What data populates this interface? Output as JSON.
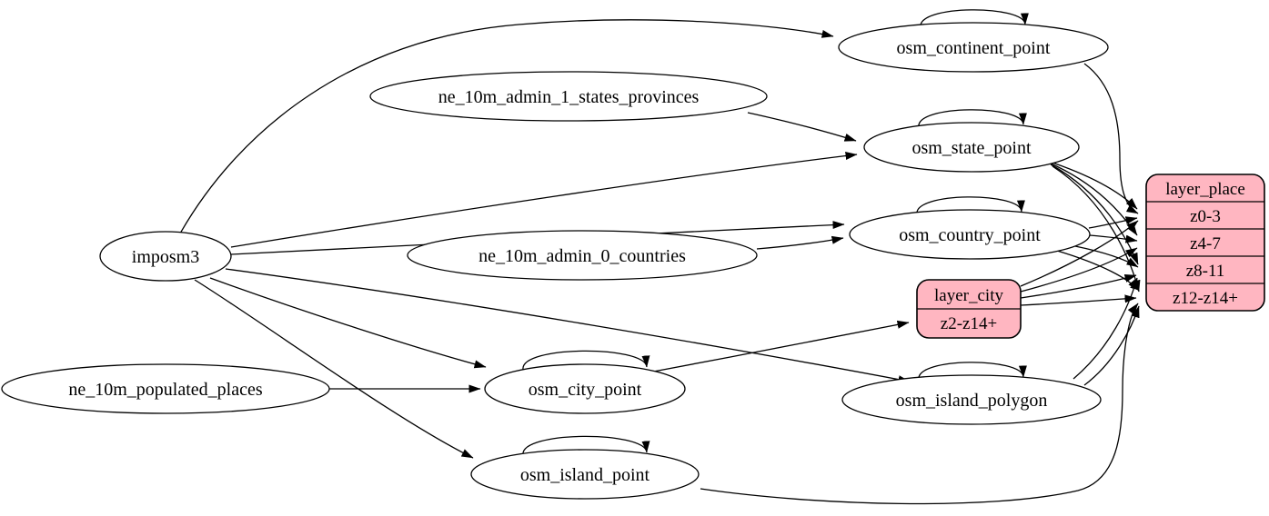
{
  "diagram": {
    "type": "graphviz-etl-flow",
    "background_color": "#ffffff",
    "edge_color": "#000000",
    "table_node_fill": "#ffffff",
    "layer_node_fill": "#ffb6c1",
    "nodes": {
      "imposm3": {
        "label": "imposm3",
        "shape": "ellipse"
      },
      "ne_10m_admin_1_states_provinces": {
        "label": "ne_10m_admin_1_states_provinces",
        "shape": "ellipse"
      },
      "ne_10m_admin_0_countries": {
        "label": "ne_10m_admin_0_countries",
        "shape": "ellipse"
      },
      "ne_10m_populated_places": {
        "label": "ne_10m_populated_places",
        "shape": "ellipse"
      },
      "osm_continent_point": {
        "label": "osm_continent_point",
        "shape": "ellipse"
      },
      "osm_state_point": {
        "label": "osm_state_point",
        "shape": "ellipse"
      },
      "osm_country_point": {
        "label": "osm_country_point",
        "shape": "ellipse"
      },
      "osm_city_point": {
        "label": "osm_city_point",
        "shape": "ellipse"
      },
      "osm_island_polygon": {
        "label": "osm_island_polygon",
        "shape": "ellipse"
      },
      "osm_island_point": {
        "label": "osm_island_point",
        "shape": "ellipse"
      },
      "layer_city": {
        "title": "layer_city",
        "rows": [
          "z2-z14+"
        ],
        "shape": "record"
      },
      "layer_place": {
        "title": "layer_place",
        "rows": [
          "z0-3",
          "z4-7",
          "z8-11",
          "z12-z14+"
        ],
        "shape": "record"
      }
    },
    "edges": [
      {
        "from": "imposm3",
        "to": "osm_continent_point"
      },
      {
        "from": "imposm3",
        "to": "osm_state_point"
      },
      {
        "from": "imposm3",
        "to": "osm_country_point"
      },
      {
        "from": "imposm3",
        "to": "osm_city_point"
      },
      {
        "from": "imposm3",
        "to": "osm_island_polygon"
      },
      {
        "from": "imposm3",
        "to": "osm_island_point"
      },
      {
        "from": "ne_10m_admin_1_states_provinces",
        "to": "osm_state_point"
      },
      {
        "from": "ne_10m_admin_0_countries",
        "to": "osm_country_point"
      },
      {
        "from": "ne_10m_populated_places",
        "to": "osm_city_point"
      },
      {
        "from": "osm_continent_point",
        "to": "osm_continent_point"
      },
      {
        "from": "osm_state_point",
        "to": "osm_state_point"
      },
      {
        "from": "osm_country_point",
        "to": "osm_country_point"
      },
      {
        "from": "osm_city_point",
        "to": "osm_city_point"
      },
      {
        "from": "osm_island_polygon",
        "to": "osm_island_polygon"
      },
      {
        "from": "osm_island_point",
        "to": "osm_island_point"
      },
      {
        "from": "osm_continent_point",
        "to": "layer_place.z0-3"
      },
      {
        "from": "osm_state_point",
        "to": "layer_place.z0-3"
      },
      {
        "from": "osm_state_point",
        "to": "layer_place.z4-7"
      },
      {
        "from": "osm_state_point",
        "to": "layer_place.z8-11"
      },
      {
        "from": "osm_state_point",
        "to": "layer_place.z12-z14+"
      },
      {
        "from": "osm_country_point",
        "to": "layer_place.z0-3"
      },
      {
        "from": "osm_country_point",
        "to": "layer_place.z4-7"
      },
      {
        "from": "osm_country_point",
        "to": "layer_place.z8-11"
      },
      {
        "from": "osm_country_point",
        "to": "layer_place.z12-z14+"
      },
      {
        "from": "osm_city_point",
        "to": "layer_city.z2-z14+"
      },
      {
        "from": "layer_city",
        "to": "layer_place.z0-3"
      },
      {
        "from": "layer_city",
        "to": "layer_place.z4-7"
      },
      {
        "from": "layer_city",
        "to": "layer_place.z8-11"
      },
      {
        "from": "layer_city",
        "to": "layer_place.z12-z14+"
      },
      {
        "from": "osm_island_polygon",
        "to": "layer_place.z8-11"
      },
      {
        "from": "osm_island_polygon",
        "to": "layer_place.z12-z14+"
      },
      {
        "from": "osm_island_point",
        "to": "layer_place.z12-z14+"
      }
    ]
  }
}
